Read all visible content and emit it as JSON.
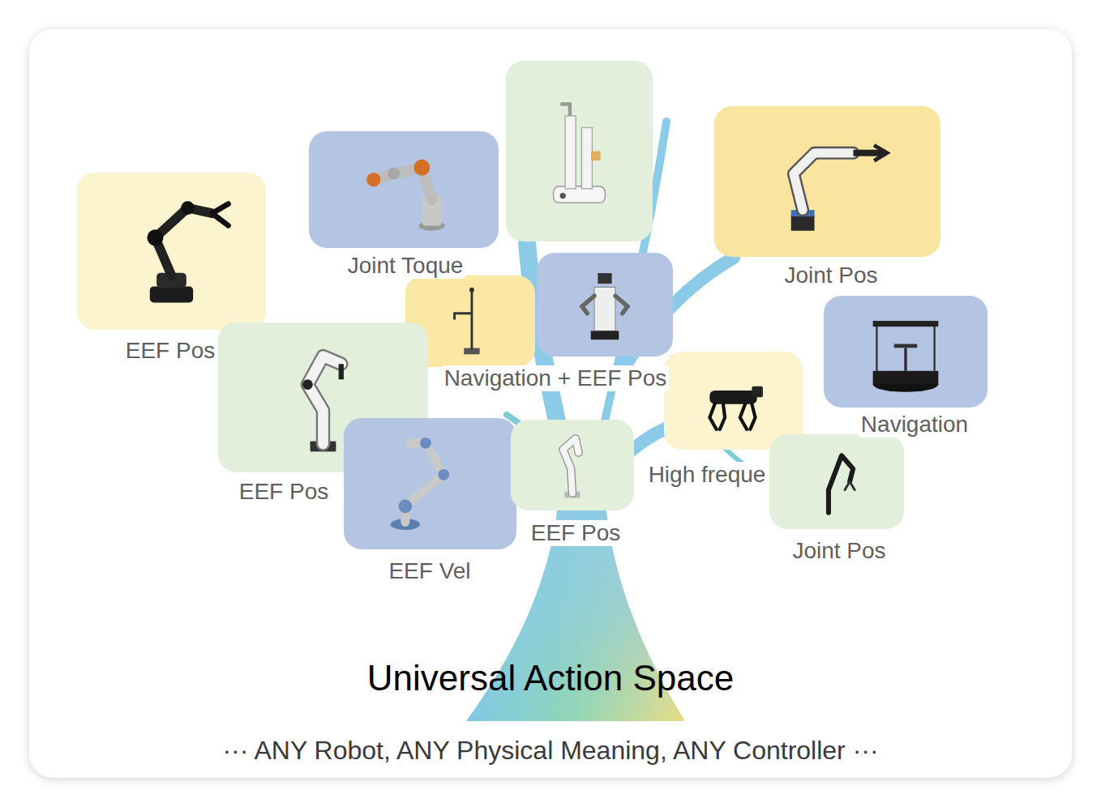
{
  "diagram": {
    "title": "Universal Action Space",
    "caption": "··· ANY Robot, ANY Physical Meaning, ANY Controller ···",
    "nodes": [
      {
        "text": [
          "EEF Pos"
        ]
      },
      {
        "text": [
          "Joint Toque"
        ]
      },
      {
        "text": [
          "Joint Pos"
        ]
      },
      {
        "text": [
          "Navigation + EEF Pos"
        ]
      },
      {
        "text": [
          "Navigation"
        ]
      },
      {
        "text": [
          "EEF Pos"
        ]
      },
      {
        "text": [
          "High freque"
        ]
      },
      {
        "text": [
          "EEF Vel"
        ]
      },
      {
        "text": [
          "EEF Pos"
        ]
      },
      {
        "text": [
          "Joint Pos"
        ]
      }
    ]
  }
}
